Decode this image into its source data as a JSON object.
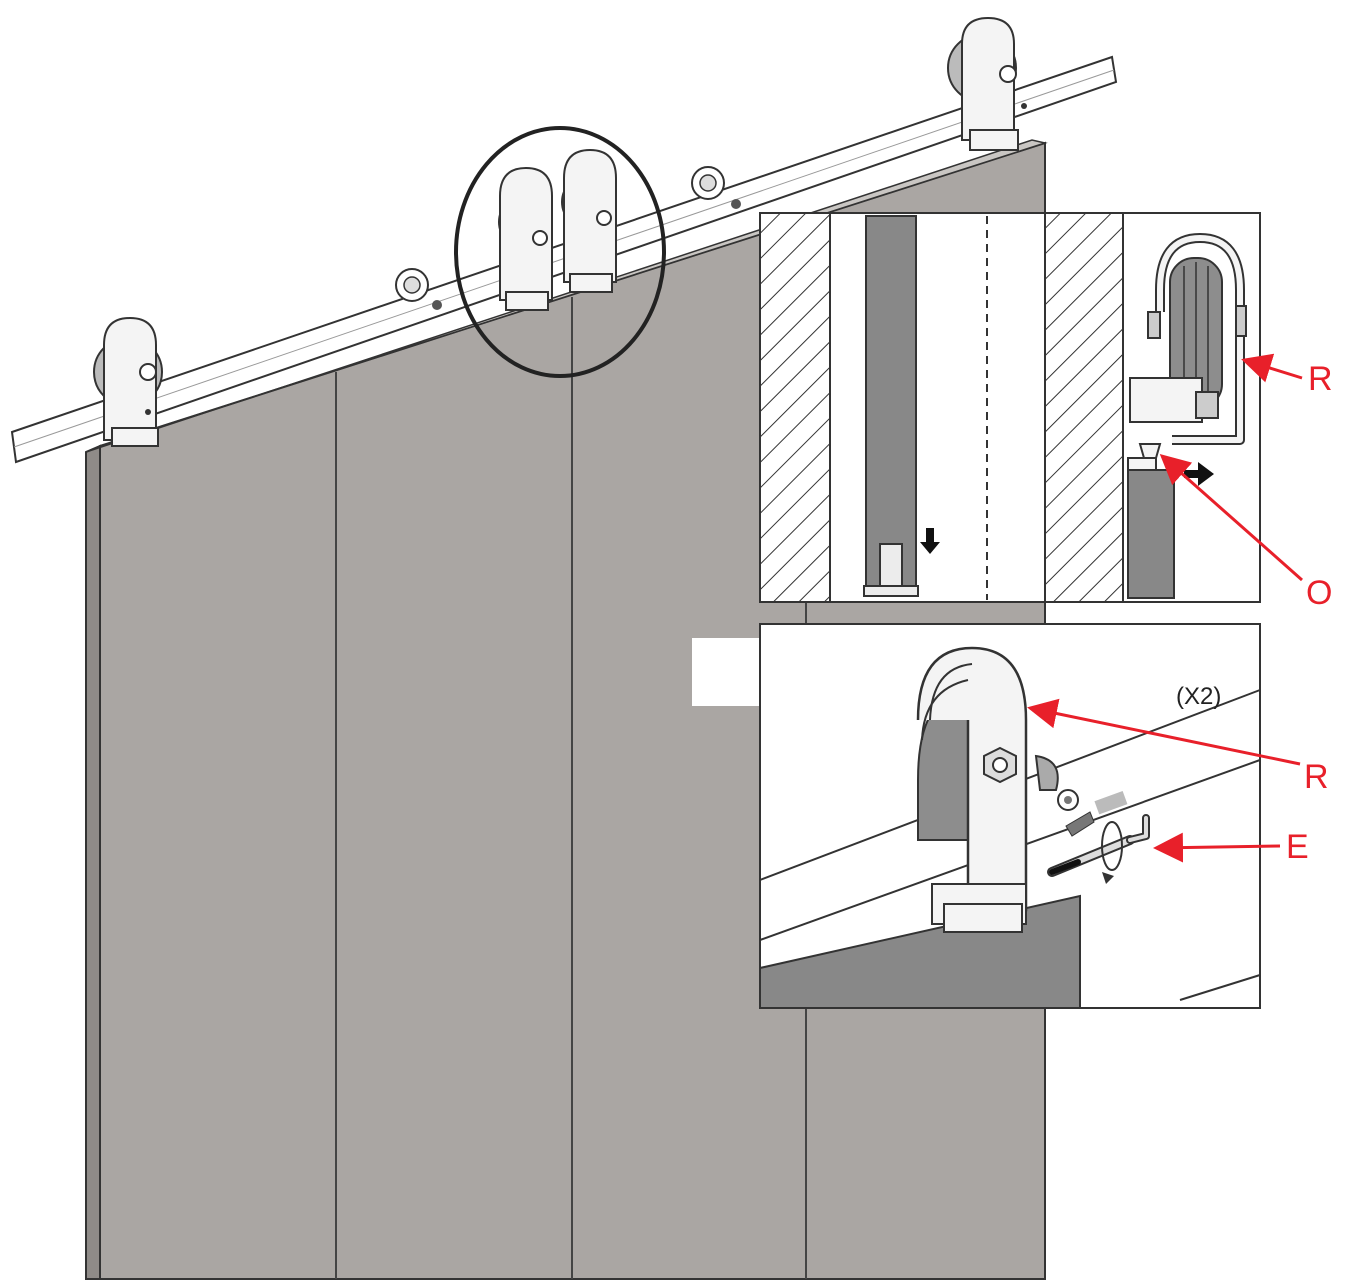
{
  "colors": {
    "door": "#aaa6a3",
    "door_edge": "#8f8b88",
    "outline": "#333333",
    "callout": "#e8202a",
    "hardware": "#f4f4f4",
    "wheel": "#8d8d8d"
  },
  "icons": {
    "arrow_down": "arrow-down-icon",
    "arrow_right": "arrow-right-icon",
    "hex_key": "hex-key-icon"
  },
  "detail_top": {
    "labels": {
      "r": "R",
      "o": "O"
    }
  },
  "detail_bottom": {
    "quantity": "(X2)",
    "labels": {
      "r": "R",
      "e": "E"
    }
  }
}
